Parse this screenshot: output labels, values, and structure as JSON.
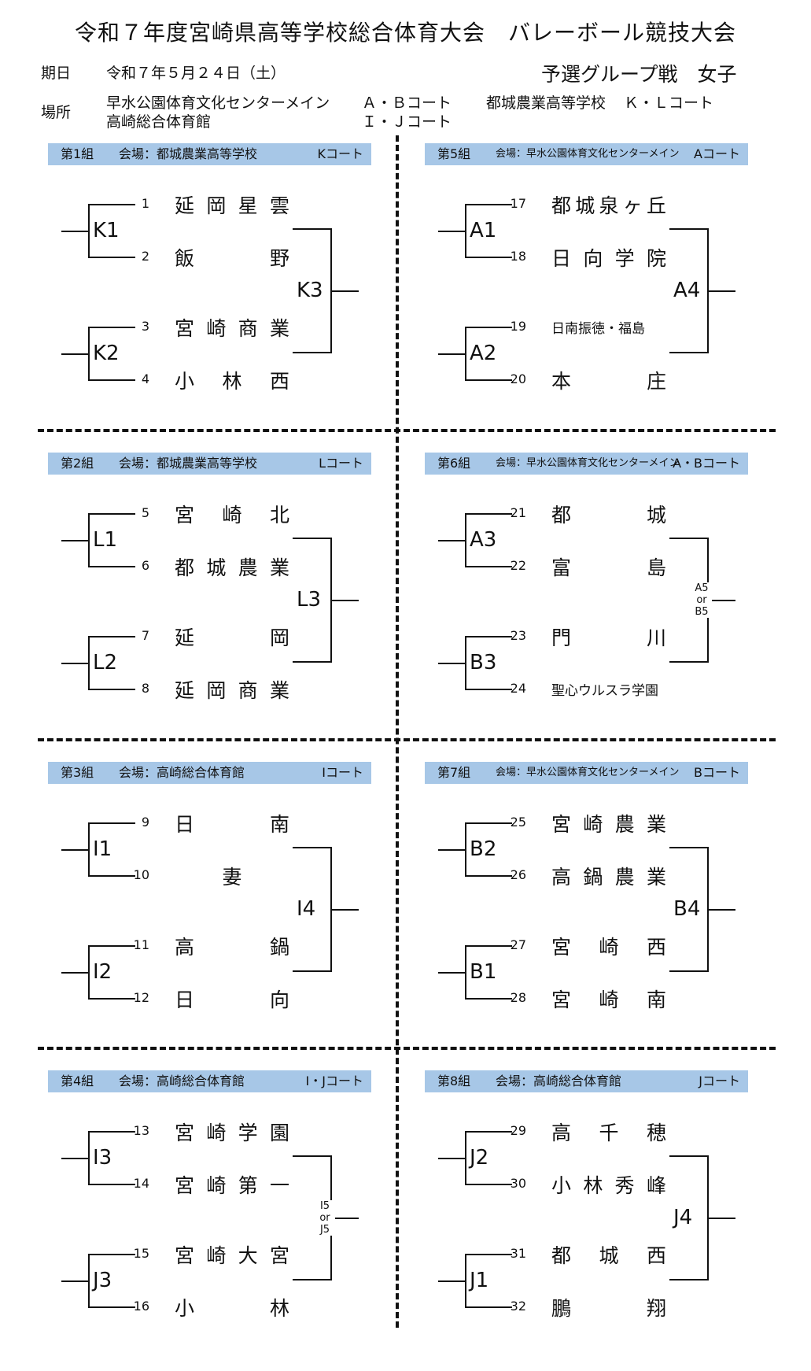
{
  "title": "令和７年度宮崎県高等学校総合体育大会　バレーボール競技大会",
  "meta": {
    "date_label": "期日",
    "date_value": "令和７年５月２４日（土）",
    "subtitle": "予選グループ戦　女子",
    "place_label": "場所",
    "venues": [
      "早水公園体育文化センターメイン",
      "Ａ・Ｂコート",
      "都城農業高等学校",
      "Ｋ・Ｌコート",
      "高崎総合体育館",
      "Ｉ・Ｊコート"
    ]
  },
  "groups": [
    {
      "name": "第1組",
      "venue": "会場：都城農業高等学校",
      "court": "Kコート",
      "small_venue": false,
      "m1": "K1",
      "m2": "K2",
      "final": "K3",
      "teams": [
        [
          "1",
          "延岡星雲",
          false
        ],
        [
          "2",
          "飯　　野",
          false
        ],
        [
          "3",
          "宮崎商業",
          false
        ],
        [
          "4",
          "小 林 西",
          false
        ]
      ]
    },
    {
      "name": "第2組",
      "venue": "会場：都城農業高等学校",
      "court": "Lコート",
      "small_venue": false,
      "m1": "L1",
      "m2": "L2",
      "final": "L3",
      "teams": [
        [
          "5",
          "宮 崎 北",
          false
        ],
        [
          "6",
          "都城農業",
          false
        ],
        [
          "7",
          "延　　岡",
          false
        ],
        [
          "8",
          "延岡商業",
          false
        ]
      ]
    },
    {
      "name": "第3組",
      "venue": "会場：高崎総合体育館",
      "court": "Iコート",
      "small_venue": false,
      "m1": "I1",
      "m2": "I2",
      "final": "I4",
      "teams": [
        [
          "9",
          "日　　南",
          false
        ],
        [
          "10",
          "　 妻 　",
          false
        ],
        [
          "11",
          "高　　鍋",
          false
        ],
        [
          "12",
          "日　　向",
          false
        ]
      ]
    },
    {
      "name": "第4組",
      "venue": "会場：高崎総合体育館",
      "court": "I・Jコート",
      "small_venue": false,
      "m1": "I3",
      "m2": "J3",
      "final": "I5\nor\nJ5",
      "final_tiny": true,
      "teams": [
        [
          "13",
          "宮崎学園",
          false
        ],
        [
          "14",
          "宮崎第一",
          false
        ],
        [
          "15",
          "宮崎大宮",
          false
        ],
        [
          "16",
          "小　　林",
          false
        ]
      ]
    },
    {
      "name": "第5組",
      "venue": "会場：早水公園体育文化センターメイン",
      "court": "Aコート",
      "small_venue": true,
      "m1": "A1",
      "m2": "A2",
      "final": "A4",
      "teams": [
        [
          "17",
          "都城泉ヶ丘",
          false
        ],
        [
          "18",
          "日向学院",
          false
        ],
        [
          "19",
          "日南振徳・福島",
          true
        ],
        [
          "20",
          "本　　庄",
          false
        ]
      ]
    },
    {
      "name": "第6組",
      "venue": "会場：早水公園体育文化センターメイン",
      "court": "A・Bコート",
      "small_venue": true,
      "m1": "A3",
      "m2": "B3",
      "final": "A5\nor\nB5",
      "final_tiny": true,
      "teams": [
        [
          "21",
          "都　　城",
          false
        ],
        [
          "22",
          "富　　島",
          false
        ],
        [
          "23",
          "門　　川",
          false
        ],
        [
          "24",
          "聖心ウルスラ学園",
          true
        ]
      ]
    },
    {
      "name": "第7組",
      "venue": "会場：早水公園体育文化センターメイン",
      "court": "Bコート",
      "small_venue": true,
      "m1": "B2",
      "m2": "B1",
      "final": "B4",
      "teams": [
        [
          "25",
          "宮崎農業",
          false
        ],
        [
          "26",
          "高鍋農業",
          false
        ],
        [
          "27",
          "宮 崎 西",
          false
        ],
        [
          "28",
          "宮 崎 南",
          false
        ]
      ]
    },
    {
      "name": "第8組",
      "venue": "会場：高崎総合体育館",
      "court": "Jコート",
      "small_venue": false,
      "m1": "J2",
      "m2": "J1",
      "final": "J4",
      "teams": [
        [
          "29",
          "高 千 穂",
          false
        ],
        [
          "30",
          "小林秀峰",
          false
        ],
        [
          "31",
          "都 城 西",
          false
        ],
        [
          "32",
          "鵬　　翔",
          false
        ]
      ]
    }
  ]
}
